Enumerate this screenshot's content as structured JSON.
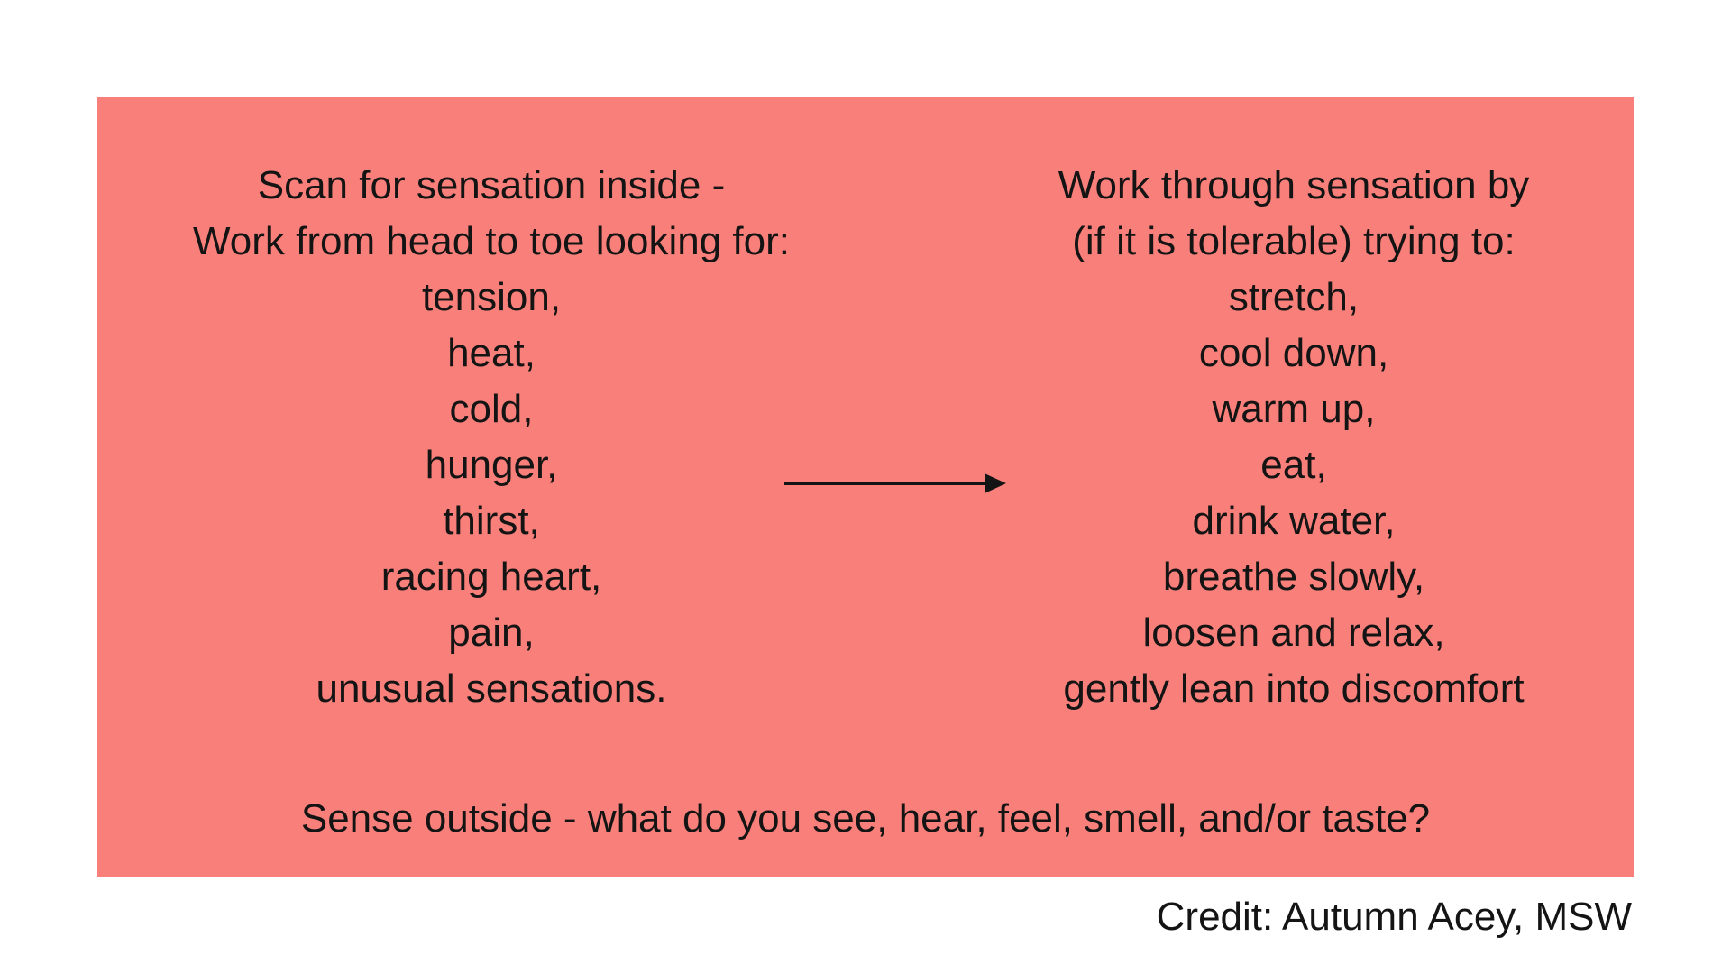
{
  "canvas": {
    "background": "#FFFFFF",
    "panel_color": "#F9807A",
    "text_color": "#141414"
  },
  "left_column": {
    "lines": [
      "Scan for sensation inside -",
      "Work from head to toe looking for:",
      "tension,",
      "heat,",
      "cold,",
      "hunger,",
      "thirst,",
      "racing heart,",
      "pain,",
      "unusual sensations."
    ]
  },
  "right_column": {
    "lines": [
      "Work through sensation by",
      "(if it is tolerable) trying to:",
      "stretch,",
      "cool down,",
      "warm up,",
      "eat,",
      "drink water,",
      "breathe slowly,",
      "loosen and relax,",
      "gently lean into discomfort"
    ]
  },
  "arrow": {
    "icon": "right-arrow"
  },
  "footer_line": "Sense outside - what do you see, hear, feel, smell, and/or taste?",
  "credit": "Credit: Autumn Acey, MSW"
}
